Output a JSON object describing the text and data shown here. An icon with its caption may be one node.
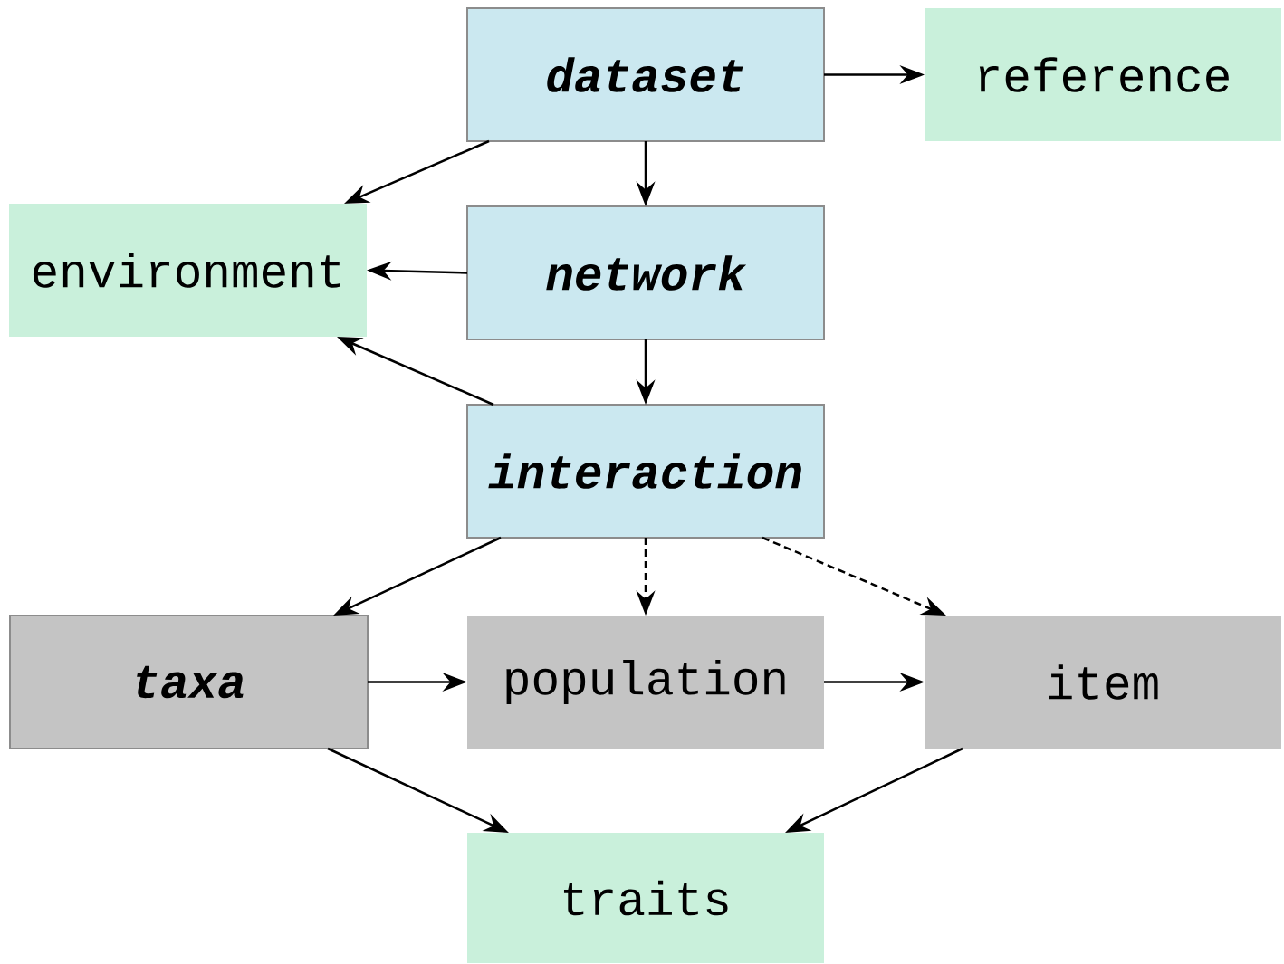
{
  "diagram": {
    "nodes": [
      {
        "text": [
          "dataset"
        ]
      },
      {
        "text": [
          "reference"
        ]
      },
      {
        "text": [
          "environment"
        ]
      },
      {
        "text": [
          "network"
        ]
      },
      {
        "text": [
          "interaction"
        ]
      },
      {
        "text": [
          "taxa"
        ]
      },
      {
        "text": [
          "population"
        ]
      },
      {
        "text": [
          "item"
        ]
      },
      {
        "text": [
          "traits"
        ]
      }
    ],
    "edges": [
      {
        "from": 0,
        "to": 1,
        "arrow": "to"
      },
      {
        "from": 0,
        "to": 2,
        "arrow": "to"
      },
      {
        "from": 0,
        "to": 3,
        "arrow": "to"
      },
      {
        "from": 3,
        "to": 2,
        "arrow": "to"
      },
      {
        "from": 4,
        "to": 2,
        "arrow": "to"
      },
      {
        "from": 3,
        "to": 4,
        "arrow": "to"
      },
      {
        "from": 4,
        "to": 5,
        "arrow": "to"
      },
      {
        "from": 4,
        "to": 6,
        "arrow": "to",
        "style": "dashed"
      },
      {
        "from": 4,
        "to": 7,
        "arrow": "to",
        "style": "dashed"
      },
      {
        "from": 5,
        "to": 6,
        "arrow": "to"
      },
      {
        "from": 6,
        "to": 7,
        "arrow": "to"
      },
      {
        "from": 5,
        "to": 8,
        "arrow": "to"
      },
      {
        "from": 7,
        "to": 8,
        "arrow": "to"
      }
    ]
  }
}
